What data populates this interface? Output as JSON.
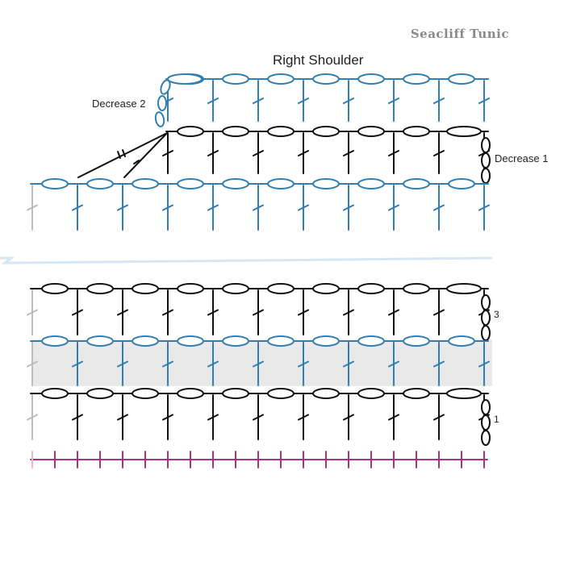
{
  "brand": "Seacliff Tunic",
  "title": "Right Shoulder",
  "labels": {
    "decrease_2": "Decrease 2",
    "decrease_1": "Decrease 1",
    "row_3": "3",
    "row_1": "1"
  },
  "colors": {
    "black_rows": "#111111",
    "blue_rows": "#2f7fb3",
    "foundation": "#b0307c",
    "shaded_band": "#e9e9e9",
    "divider": "#d6e6f2"
  },
  "legend_symbols": {
    "chain": "oval-chain-icon",
    "double_crochet": "double-crochet-icon",
    "foundation_chain": "cross-stitch-icon"
  }
}
